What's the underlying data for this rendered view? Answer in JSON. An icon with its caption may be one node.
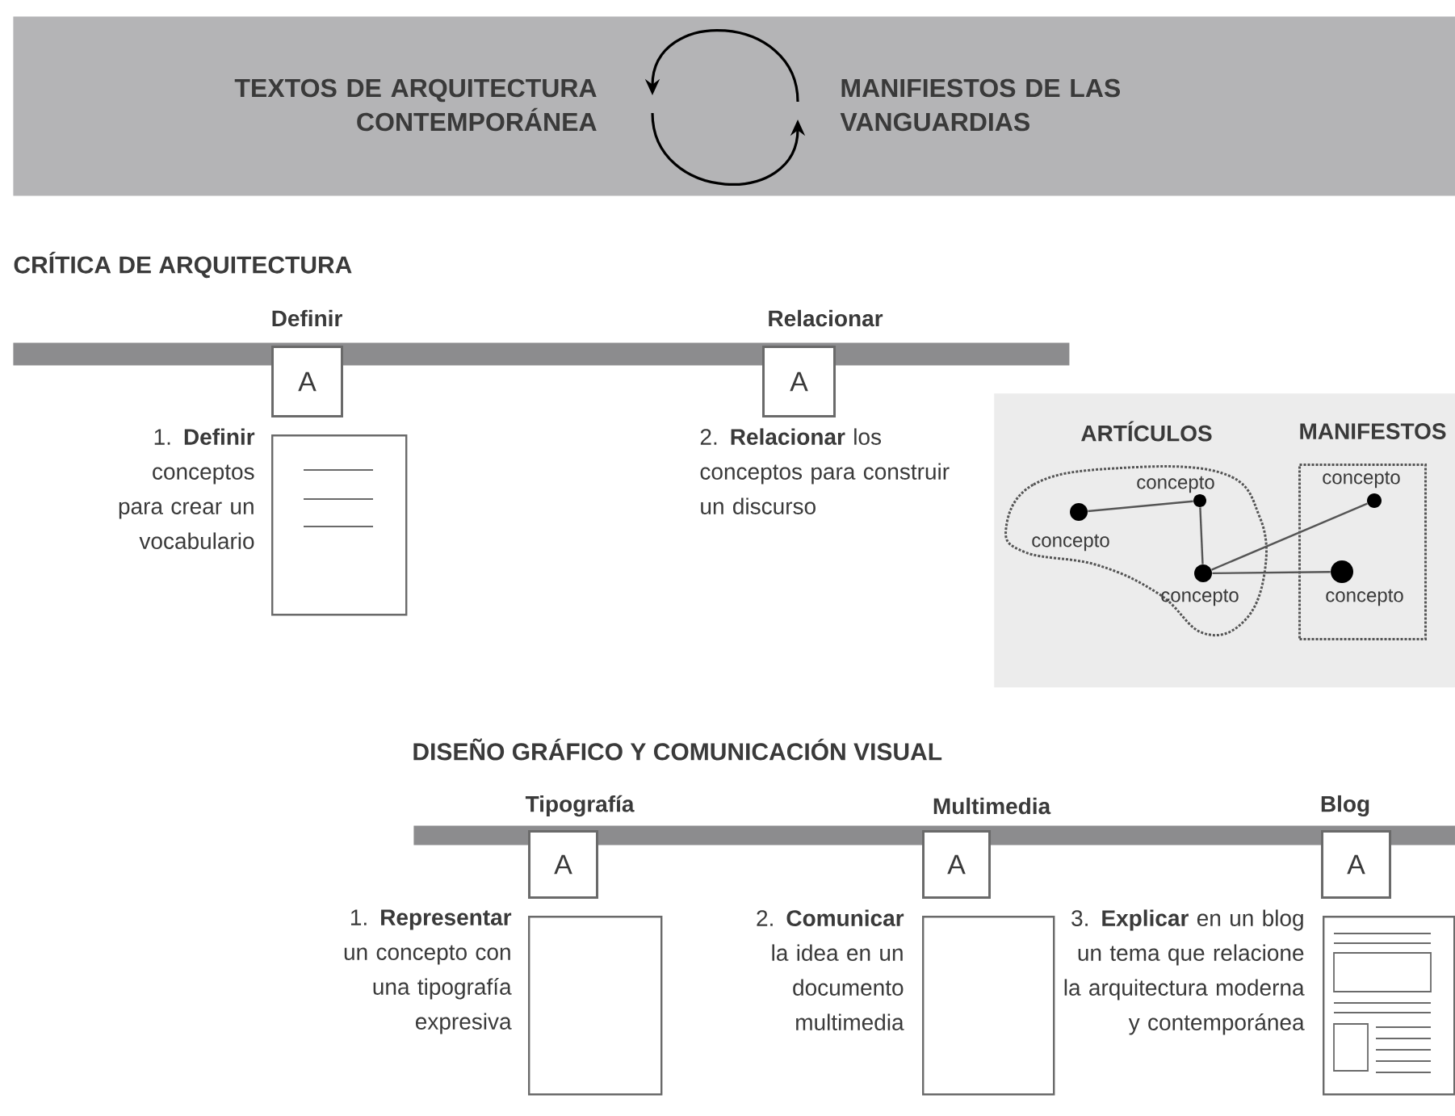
{
  "diagram": {
    "nodes": [
      {
        "text": [],
        "shape": "band"
      },
      {
        "text": [
          "TEXTOS DE ARQUITECTURA CONTEMPORÁNEA"
        ],
        "in": 0
      },
      {
        "text": [
          "MANIFIESTOS DE LAS VANGUARDIAS"
        ],
        "in": 0
      },
      {
        "text": [],
        "shape": "bar"
      },
      {
        "text": [
          "A"
        ],
        "beside": [
          "Definir"
        ]
      },
      {
        "text": [],
        "shape": "picture",
        "beside": [
          "1. **Definir** conceptos para crear un vocabulario"
        ]
      },
      {
        "text": [
          "A"
        ],
        "beside": [
          "Relacionar",
          "2. **Relacionar** los conceptos para construir un discurso"
        ]
      },
      {
        "text": [],
        "shape": "box"
      },
      {
        "text": [
          "ARTÍCULOS"
        ],
        "in": 7
      },
      {
        "text": [
          "MANIFESTOS"
        ],
        "in": 7
      },
      {
        "text": [],
        "shape": "circle",
        "in": 8,
        "beside": [
          "concepto"
        ]
      },
      {
        "text": [],
        "shape": "circle",
        "in": 8,
        "beside": [
          "concepto"
        ]
      },
      {
        "text": [],
        "shape": "circle",
        "in": 8,
        "beside": [
          "concepto"
        ]
      },
      {
        "text": [],
        "shape": "circle",
        "in": 9,
        "beside": [
          "concepto"
        ]
      },
      {
        "text": [],
        "shape": "circle",
        "in": 9,
        "beside": [
          "concepto"
        ]
      },
      {
        "text": [],
        "shape": "bar"
      },
      {
        "text": [
          "A"
        ],
        "beside": [
          "Tipografía"
        ]
      },
      {
        "text": [],
        "shape": "box",
        "beside": [
          "1. **Representar** un concepto con una tipografía expresiva"
        ]
      },
      {
        "text": [
          "A"
        ],
        "beside": [
          "Multimedia"
        ]
      },
      {
        "text": [],
        "shape": "box",
        "beside": [
          "2. **Comunicar** la idea en un documento multimedia"
        ]
      },
      {
        "text": [
          "A"
        ],
        "beside": [
          "Blog"
        ]
      },
      {
        "text": [],
        "shape": "picture",
        "beside": [
          "3. **Explicar** en un blog un tema que relacione la arquitectura moderna y contemporánea"
        ]
      }
    ],
    "edges": [
      {
        "from": 2,
        "to": 1,
        "arrow": "to"
      },
      {
        "from": 1,
        "to": 2,
        "arrow": "to"
      },
      {
        "from": 10,
        "to": 11,
        "arrow": "none"
      },
      {
        "from": 11,
        "to": 12,
        "arrow": "none"
      },
      {
        "from": 12,
        "to": 13,
        "arrow": "none"
      },
      {
        "from": 12,
        "to": 14,
        "arrow": "none"
      }
    ],
    "labels": [
      "CRÍTICA DE ARQUITECTURA",
      "DISEÑO GRÁFICO Y COMUNICACIÓN VISUAL"
    ]
  }
}
